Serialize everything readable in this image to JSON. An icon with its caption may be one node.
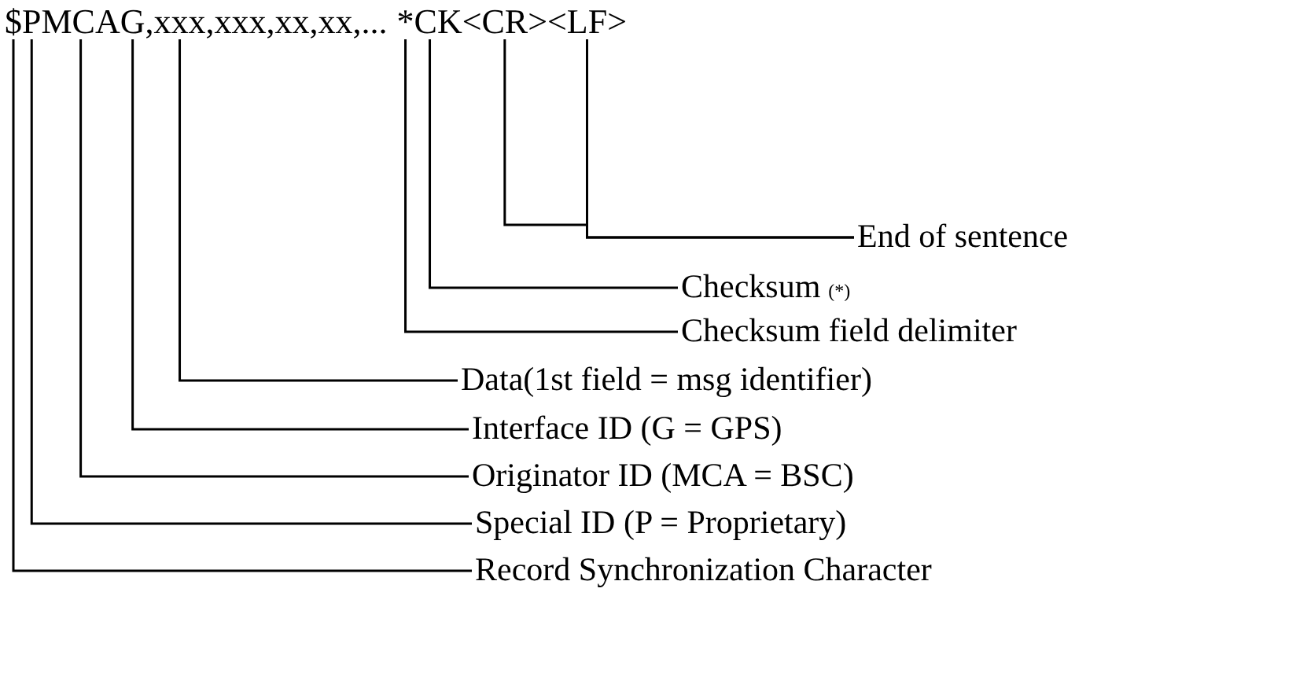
{
  "diagram": {
    "nodes": [
      {
        "text": [
          "$"
        ]
      },
      {
        "text": [
          "P"
        ]
      },
      {
        "text": [
          "MCA"
        ]
      },
      {
        "text": [
          "G"
        ]
      },
      {
        "text": [
          ",xxx,xxx,xx,xx,..."
        ]
      },
      {
        "text": [
          "*"
        ]
      },
      {
        "text": [
          "CK"
        ]
      },
      {
        "text": [
          "<CR>"
        ]
      },
      {
        "text": [
          "<LF>"
        ]
      },
      {
        "text": [
          "End of sentence"
        ]
      },
      {
        "text": [
          "Checksum"
        ],
        "beside": [
          "(*)"
        ]
      },
      {
        "text": [
          "Checksum field delimiter"
        ]
      },
      {
        "text": [
          "Data(1st field = msg identifier)"
        ]
      },
      {
        "text": [
          "Interface ID (G = GPS)"
        ]
      },
      {
        "text": [
          "Originator ID (MCA = BSC)"
        ]
      },
      {
        "text": [
          "Special ID (P = Proprietary)"
        ]
      },
      {
        "text": [
          "Record Synchronization Character"
        ]
      }
    ],
    "edges": [
      {
        "from": 9,
        "to": 7,
        "arrow": "none"
      },
      {
        "from": 9,
        "to": 8,
        "arrow": "none"
      },
      {
        "from": 10,
        "to": 6,
        "arrow": "none"
      },
      {
        "from": 11,
        "to": 5,
        "arrow": "none"
      },
      {
        "from": 12,
        "to": 4,
        "arrow": "none"
      },
      {
        "from": 13,
        "to": 3,
        "arrow": "none"
      },
      {
        "from": 14,
        "to": 2,
        "arrow": "none"
      },
      {
        "from": 15,
        "to": 1,
        "arrow": "none"
      },
      {
        "from": 16,
        "to": 0,
        "arrow": "none"
      }
    ]
  }
}
